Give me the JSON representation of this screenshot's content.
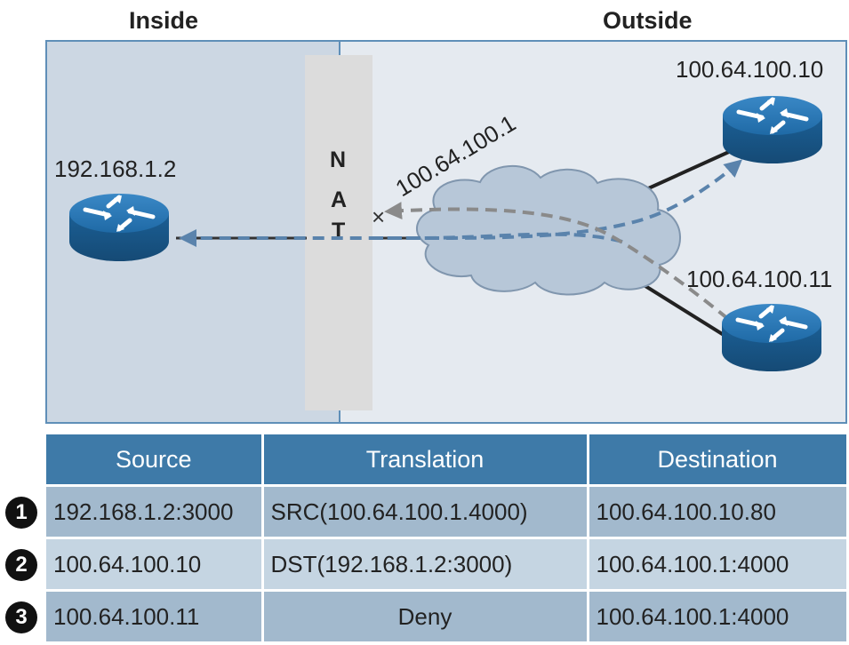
{
  "zones": {
    "inside": "Inside",
    "outside": "Outside"
  },
  "nat": {
    "letters": [
      "N",
      "A",
      "T"
    ]
  },
  "addresses": {
    "inside_host": "192.168.1.2",
    "nat_public": "100.64.100.1",
    "outside_host_1": "100.64.100.10",
    "outside_host_2": "100.64.100.11"
  },
  "blocked_marker": "×",
  "icons": {
    "router": "router-icon",
    "cloud": "cloud-icon"
  },
  "colors": {
    "inside_bg": "#ccd7e3",
    "outside_bg": "#e5eaf0",
    "nat_bar": "#dcdcdc",
    "dashed_blue": "#5a83ac",
    "dashed_gray": "#8a8a8a",
    "table_header": "#3e7aa8"
  },
  "table": {
    "headers": [
      "Source",
      "Translation",
      "Destination"
    ],
    "rows": [
      {
        "step": "1",
        "source": "192.168.1.2:3000",
        "translation": "SRC(100.64.100.1.4000)",
        "destination": "100.64.100.10.80"
      },
      {
        "step": "2",
        "source": "100.64.100.10",
        "translation": "DST(192.168.1.2:3000)",
        "destination": "100.64.100.1:4000"
      },
      {
        "step": "3",
        "source": "100.64.100.11",
        "translation": "Deny",
        "destination": "100.64.100.1:4000"
      }
    ]
  }
}
